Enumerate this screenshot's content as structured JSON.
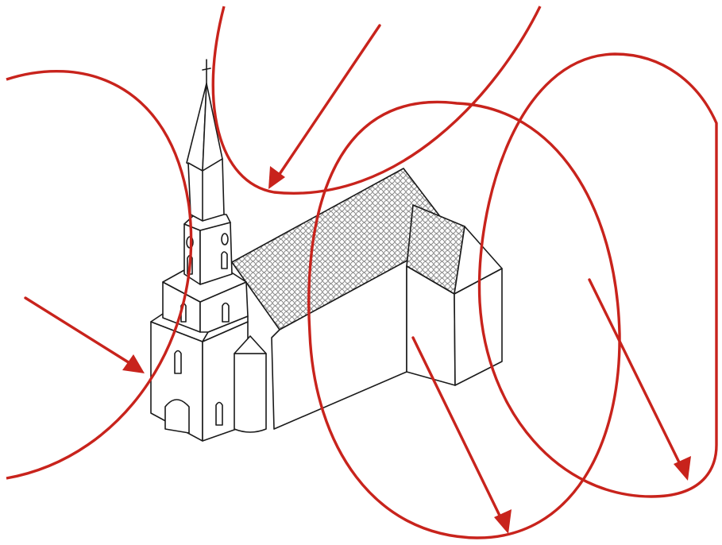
{
  "colors": {
    "wave": "#c8231c",
    "ink": "#1a1a1a",
    "roof_scale": "#7a7a7a",
    "background": "#ffffff"
  },
  "figure": {
    "subject": "church-with-spire",
    "wave_count": 4,
    "arrow_count": 4
  }
}
